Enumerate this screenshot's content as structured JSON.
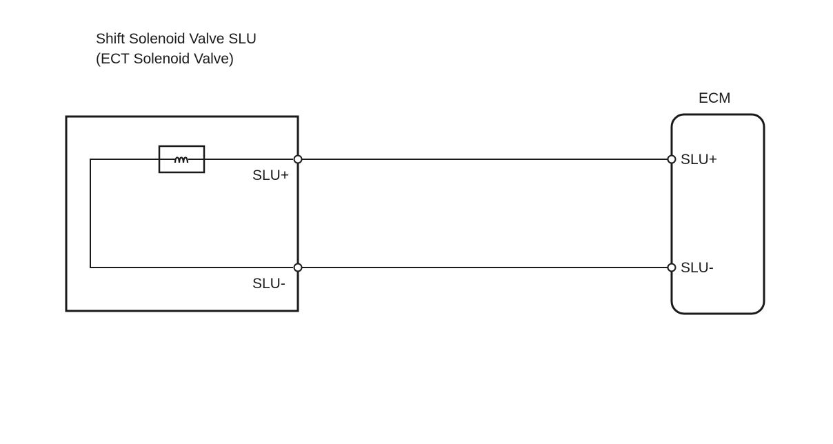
{
  "component": {
    "title_line1": "Shift Solenoid Valve SLU",
    "title_line2": "(ECT Solenoid Valve)",
    "pin_positive": "SLU+",
    "pin_negative": "SLU-",
    "coil_symbol": "solenoid-coil-icon"
  },
  "ecm": {
    "title": "ECM",
    "pin_positive": "SLU+",
    "pin_negative": "SLU-"
  },
  "colors": {
    "line": "#1a1a1a",
    "background": "#ffffff"
  }
}
